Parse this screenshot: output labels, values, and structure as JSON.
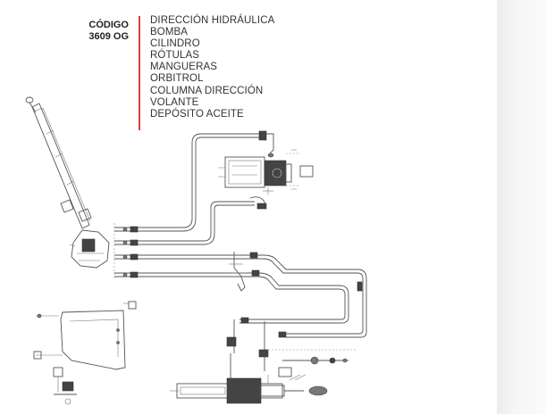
{
  "header": {
    "code_label": "CÓDIGO",
    "code_value": "3609 OG"
  },
  "parts": [
    "DIRECCIÓN HIDRÁULICA",
    "BOMBA",
    "CILINDRO",
    "RÓTULAS",
    "MANGUERAS",
    "ORBITROL",
    "COLUMNA DIRECCIÓN",
    "VOLANTE",
    "DEPÓSITO ACEITE"
  ],
  "colors": {
    "divider": "#d0463f",
    "text": "#333333",
    "line_art": "#555555"
  }
}
